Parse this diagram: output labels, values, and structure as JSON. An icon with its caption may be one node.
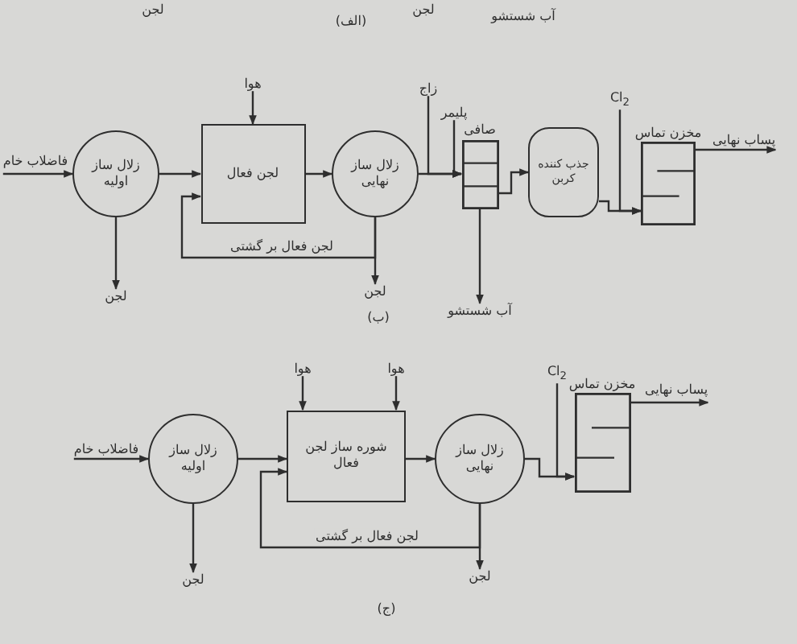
{
  "diagram": {
    "nodes": [
      {
        "text": [
          "فاضلاب خام"
        ]
      },
      {
        "text": [
          "زلال ساز اولیه"
        ]
      },
      {
        "text": [
          "لجن فعال"
        ]
      },
      {
        "text": [
          "زلال ساز نهایی"
        ]
      },
      {
        "text": [
          "صافی"
        ]
      },
      {
        "text": [
          "جذب کننده کربن"
        ]
      },
      {
        "text": [
          "مخزن تماس"
        ]
      },
      {
        "text": [
          "پساب نهایی"
        ]
      },
      {
        "text": [
          "هوا"
        ]
      },
      {
        "text": [
          "زاج"
        ]
      },
      {
        "text": [
          "پلیمر"
        ]
      },
      {
        "text": [
          "Cl$_{2}$"
        ]
      },
      {
        "text": [
          "لجن"
        ]
      },
      {
        "text": [
          "لجن"
        ]
      },
      {
        "text": [
          "آب شستشو"
        ]
      },
      {
        "text": [
          "فاضلاب خام"
        ]
      },
      {
        "text": [
          "زلال ساز اولیه"
        ]
      },
      {
        "text": [
          "شوره ساز لجن فعال"
        ]
      },
      {
        "text": [
          "زلال ساز نهایی"
        ]
      },
      {
        "text": [
          "مخزن تماس"
        ]
      },
      {
        "text": [
          "پساب نهایی"
        ]
      },
      {
        "text": [
          "هوا"
        ]
      },
      {
        "text": [
          "هوا"
        ]
      },
      {
        "text": [
          "Cl$_{2}$"
        ]
      },
      {
        "text": [
          "لجن"
        ]
      },
      {
        "text": [
          "لجن"
        ]
      }
    ],
    "edges": [
      {
        "from": 0,
        "to": 1,
        "arrow": "to"
      },
      {
        "from": 1,
        "to": 2,
        "arrow": "to"
      },
      {
        "from": 2,
        "to": 3,
        "arrow": "to"
      },
      {
        "from": 3,
        "to": 4,
        "arrow": "to"
      },
      {
        "from": 4,
        "to": 5,
        "arrow": "to"
      },
      {
        "from": 5,
        "to": 6,
        "arrow": "to"
      },
      {
        "from": 6,
        "to": 7,
        "arrow": "to"
      },
      {
        "from": 8,
        "to": 2,
        "arrow": "to"
      },
      {
        "from": 9,
        "to": 4,
        "arrow": "to"
      },
      {
        "from": 10,
        "to": 4,
        "arrow": "to"
      },
      {
        "from": 11,
        "to": 6,
        "arrow": "to"
      },
      {
        "from": 1,
        "to": 12,
        "arrow": "to"
      },
      {
        "from": 3,
        "to": 13,
        "arrow": "to"
      },
      {
        "from": 3,
        "to": 2,
        "arrow": "to",
        "label": "لجن فعال بر گشتی"
      },
      {
        "from": 4,
        "to": 14,
        "arrow": "to"
      },
      {
        "from": 15,
        "to": 16,
        "arrow": "to"
      },
      {
        "from": 16,
        "to": 17,
        "arrow": "to"
      },
      {
        "from": 17,
        "to": 18,
        "arrow": "to"
      },
      {
        "from": 18,
        "to": 19,
        "arrow": "to"
      },
      {
        "from": 19,
        "to": 20,
        "arrow": "to"
      },
      {
        "from": 21,
        "to": 17,
        "arrow": "to"
      },
      {
        "from": 22,
        "to": 17,
        "arrow": "to"
      },
      {
        "from": 23,
        "to": 19,
        "arrow": "to"
      },
      {
        "from": 16,
        "to": 24,
        "arrow": "to"
      },
      {
        "from": 18,
        "to": 25,
        "arrow": "to"
      },
      {
        "from": 18,
        "to": 17,
        "arrow": "to",
        "label": "لجن فعال بر گشتی"
      }
    ],
    "labels": [
      "لجن",
      "(الف)",
      "لجن",
      "آب شستشو",
      "(ب)",
      "(ج)"
    ]
  }
}
